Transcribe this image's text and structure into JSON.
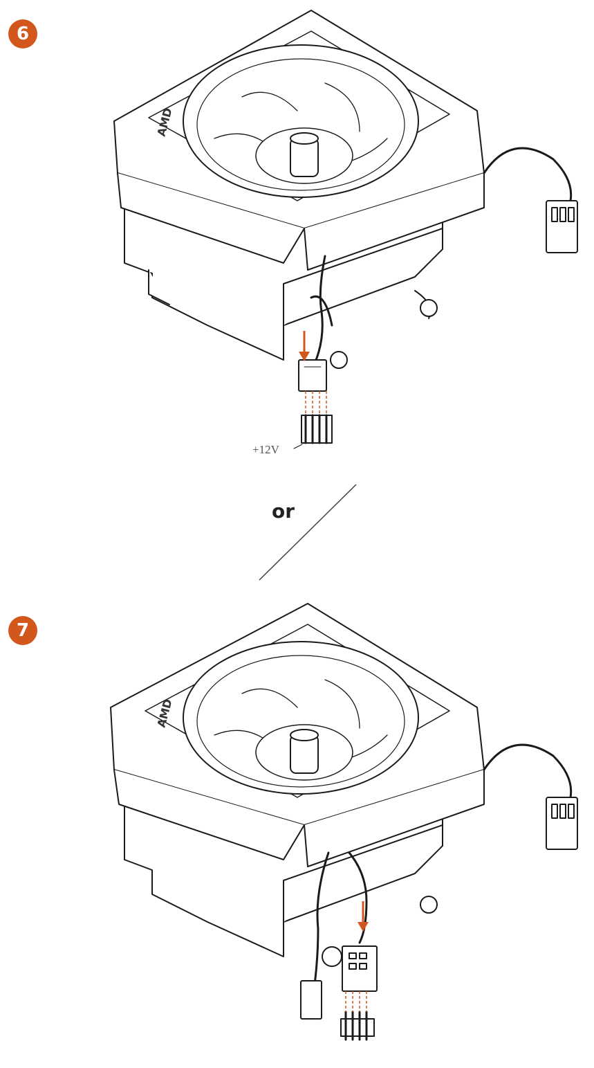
{
  "steps": [
    {
      "number": "6"
    },
    {
      "number": "7"
    }
  ],
  "separator": {
    "text": "or"
  },
  "step6": {
    "voltage_label": "+12V",
    "brand_text": "AMD"
  },
  "step7": {
    "brand_text": "AMD"
  },
  "colors": {
    "badge": "#d2571c",
    "arrow": "#d2571c",
    "line": "#1a1a1a",
    "pin_guide": "#d2571c"
  },
  "icons": {
    "fan_cooler": "cpu-cooler-illustration",
    "connector": "header-connector",
    "arrow": "orange-down-arrow"
  }
}
